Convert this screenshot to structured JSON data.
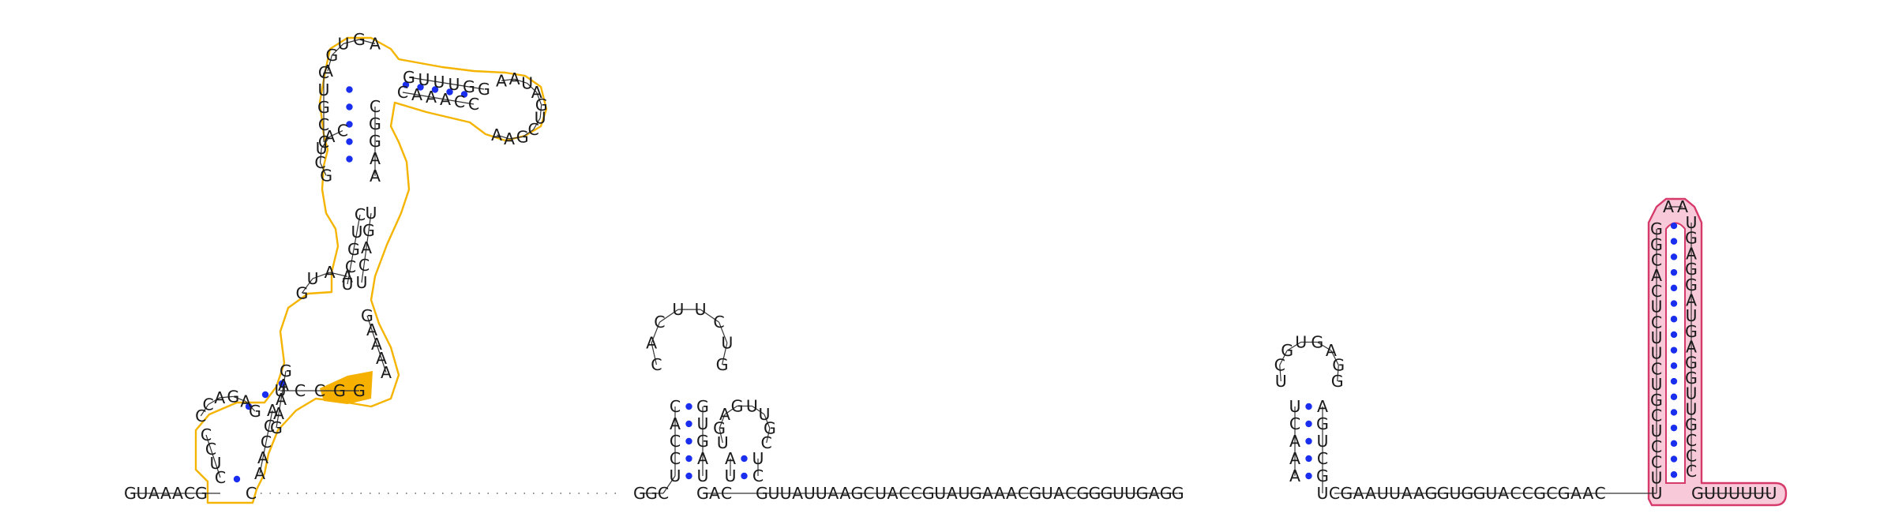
{
  "diagram": {
    "highlight_colors": {
      "domain_a": "#f4b400",
      "domain_a_fill": "#f6b100",
      "terminator": "#d63a6a",
      "terminator_fill": "#f8c9d8"
    },
    "pair_color": "#1a2ef0",
    "backbone_5p": "GUAAACG",
    "sequences": {
      "left_start": "GUAAACGC",
      "h1_left": "GGC",
      "h1_5p_stem": "CACCU",
      "h1_loop": "CACUUCUG",
      "h1_3p_stem": "GUGAU",
      "h2_left": "GAC",
      "h2_5p_stem": "AU",
      "h2_loop": "UGAGUUGC",
      "h2_3p_stem": "UC",
      "linker_1": "GUUAUUAAGCUACCGUAUGAAACGUACGGGUUGAGG",
      "h3_5p_stem": "UCAAA",
      "h3_loop": "UCGUGAGG",
      "h3_3p_stem": "AGUCGU",
      "linker_2": "CGAAUUAAGGUGGUACCGCGAAC",
      "term_5p_stem": "GGCACUCUUCUGCUCCUU",
      "term_loop": "AA",
      "term_3p_stem": "UGAGGAUGAGGUUGCCC",
      "tail": "GUUUUUU"
    }
  }
}
